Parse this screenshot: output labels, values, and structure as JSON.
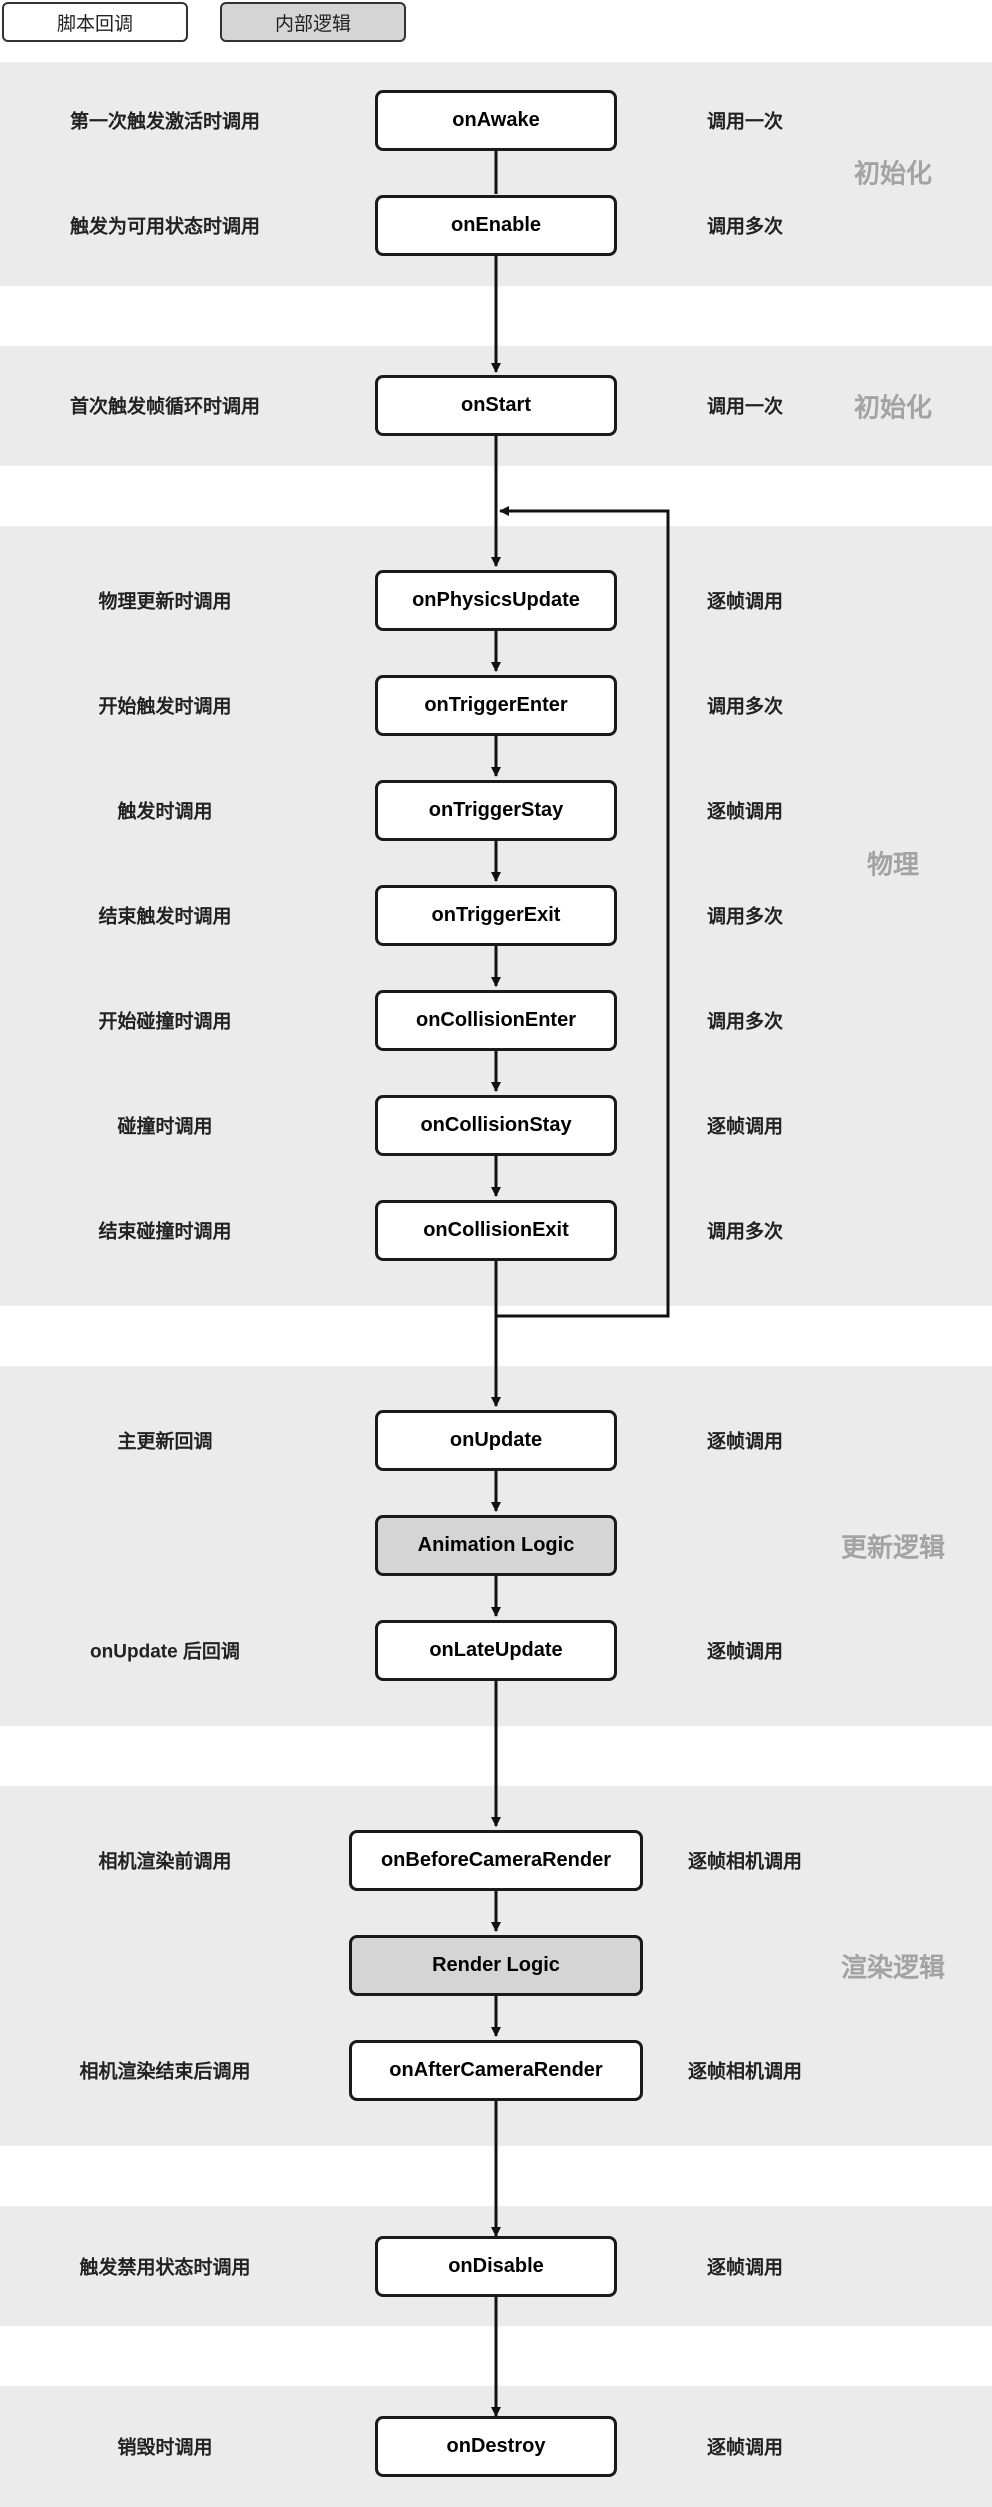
{
  "legend": {
    "script_callback": "脚本回调",
    "internal_logic": "内部逻辑"
  },
  "stages": {
    "init": "初始化",
    "physics": "物理",
    "update": "更新逻辑",
    "render": "渲染逻辑"
  },
  "nodes": {
    "onAwake": "onAwake",
    "onEnable": "onEnable",
    "onStart": "onStart",
    "onPhysicsUpdate": "onPhysicsUpdate",
    "onTriggerEnter": "onTriggerEnter",
    "onTriggerStay": "onTriggerStay",
    "onTriggerExit": "onTriggerExit",
    "onCollisionEnter": "onCollisionEnter",
    "onCollisionStay": "onCollisionStay",
    "onCollisionExit": "onCollisionExit",
    "onUpdate": "onUpdate",
    "animationLogic": "Animation Logic",
    "onLateUpdate": "onLateUpdate",
    "onBeforeCameraRender": "onBeforeCameraRender",
    "renderLogic": "Render Logic",
    "onAfterCameraRender": "onAfterCameraRender",
    "onDisable": "onDisable",
    "onDestroy": "onDestroy"
  },
  "descriptions": {
    "onAwake": "第一次触发激活时调用",
    "onEnable": "触发为可用状态时调用",
    "onStart": "首次触发帧循环时调用",
    "onPhysicsUpdate": "物理更新时调用",
    "onTriggerEnter": "开始触发时调用",
    "onTriggerStay": "触发时调用",
    "onTriggerExit": "结束触发时调用",
    "onCollisionEnter": "开始碰撞时调用",
    "onCollisionStay": "碰撞时调用",
    "onCollisionExit": "结束碰撞时调用",
    "onUpdate": "主更新回调",
    "onLateUpdate": "onUpdate 后回调",
    "onBeforeCameraRender": "相机渲染前调用",
    "onAfterCameraRender": "相机渲染结束后调用",
    "onDisable": "触发禁用状态时调用",
    "onDestroy": "销毁时调用"
  },
  "frequency": {
    "onAwake": "调用一次",
    "onEnable": "调用多次",
    "onStart": "调用一次",
    "onPhysicsUpdate": "逐帧调用",
    "onTriggerEnter": "调用多次",
    "onTriggerStay": "逐帧调用",
    "onTriggerExit": "调用多次",
    "onCollisionEnter": "调用多次",
    "onCollisionStay": "逐帧调用",
    "onCollisionExit": "调用多次",
    "onUpdate": "逐帧调用",
    "onLateUpdate": "逐帧调用",
    "onBeforeCameraRender": "逐帧相机调用",
    "onAfterCameraRender": "逐帧相机调用",
    "onDisable": "逐帧调用",
    "onDestroy": "逐帧调用"
  }
}
